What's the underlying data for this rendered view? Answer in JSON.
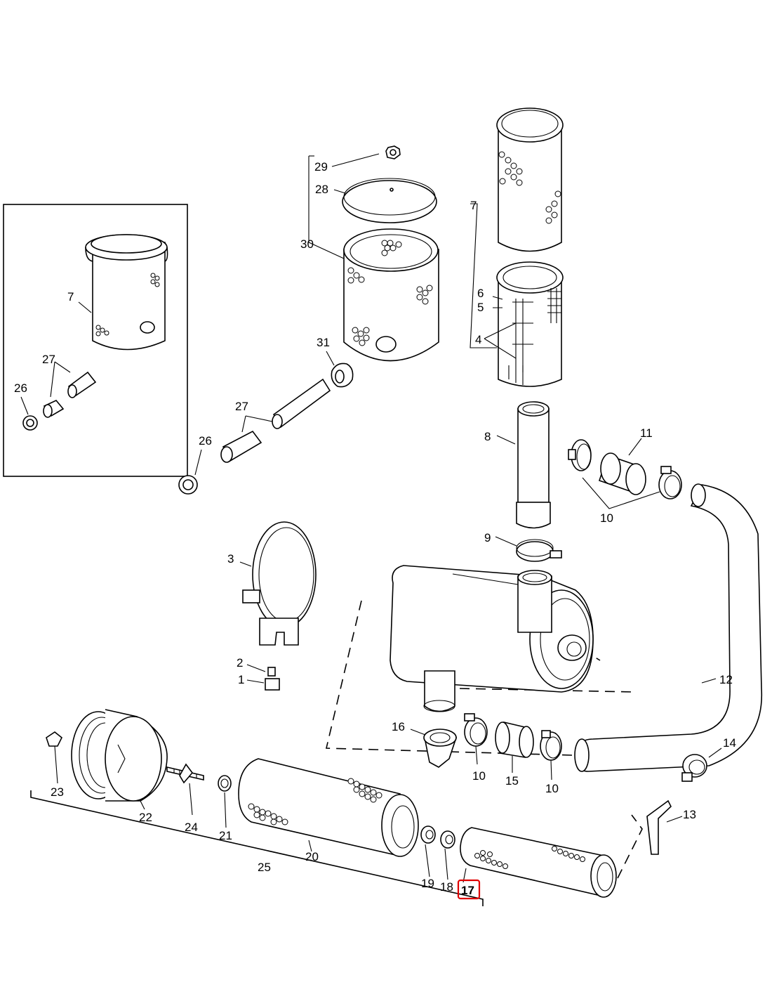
{
  "diagram": {
    "highlight_color": "#e00000",
    "labels": {
      "l1": "1",
      "l2": "2",
      "l3": "3",
      "l4": "4",
      "l5": "5",
      "l6": "6",
      "l7a": "7",
      "l7b": "7",
      "l8": "8",
      "l9": "9",
      "l10a": "10",
      "l10b": "10",
      "l10c": "10",
      "l11": "11",
      "l12": "12",
      "l13": "13",
      "l14": "14",
      "l15": "15",
      "l16": "16",
      "l17": "17",
      "l18": "18",
      "l19": "19",
      "l20": "20",
      "l21": "21",
      "l22": "22",
      "l23": "23",
      "l24": "24",
      "l25": "25",
      "l26a": "26",
      "l26b": "26",
      "l27a": "27",
      "l27b": "27",
      "l28": "28",
      "l29": "29",
      "l30": "30",
      "l31": "31"
    }
  }
}
